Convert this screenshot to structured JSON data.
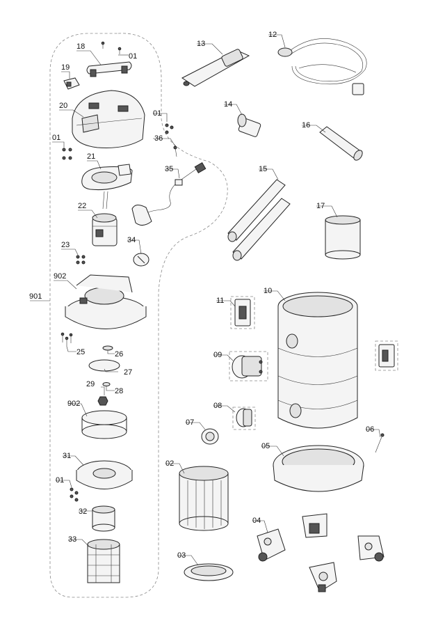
{
  "labels": {
    "l01a": "01",
    "l01b": "01",
    "l01c": "01",
    "l01d": "01",
    "l02": "02",
    "l03": "03",
    "l04": "04",
    "l05": "05",
    "l06": "06",
    "l07": "07",
    "l08": "08",
    "l09": "09",
    "l10": "10",
    "l11": "11",
    "l12": "12",
    "l13": "13",
    "l14": "14",
    "l15": "15",
    "l16": "16",
    "l17": "17",
    "l18": "18",
    "l19": "19",
    "l20": "20",
    "l21": "21",
    "l22": "22",
    "l23": "23",
    "l25": "25",
    "l26": "26",
    "l27": "27",
    "l28": "28",
    "l29": "29",
    "l31": "31",
    "l32": "32",
    "l33": "33",
    "l34": "34",
    "l35": "35",
    "l36": "36",
    "l901": "901",
    "l902a": "902",
    "l902b": "902"
  }
}
